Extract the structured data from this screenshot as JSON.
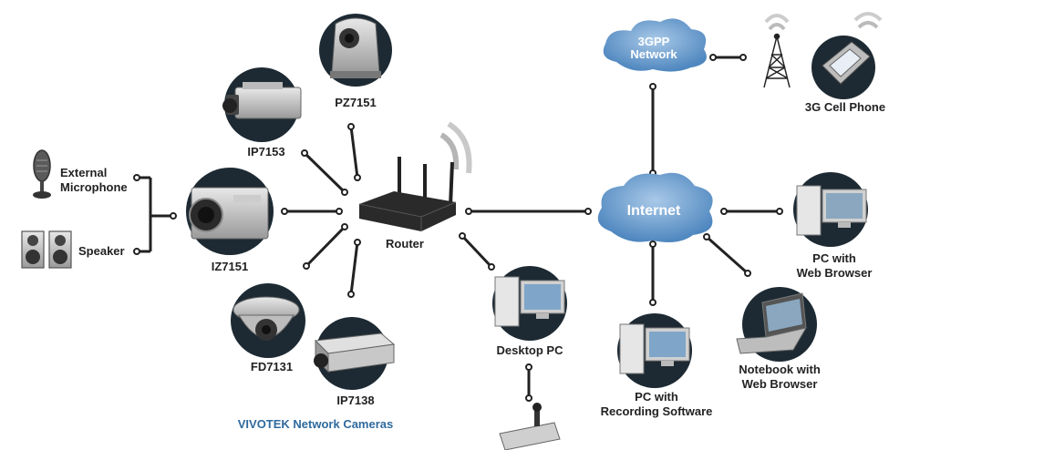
{
  "labels": {
    "pz7151": "PZ7151",
    "ip7153": "IP7153",
    "iz7151": "IZ7151",
    "fd7131": "FD7131",
    "ip7138": "IP7138",
    "external_microphone": "External\nMicrophone",
    "speaker": "Speaker",
    "router": "Router",
    "desktop_pc": "Desktop PC",
    "pc_recording": "PC with\nRecording Software",
    "notebook": "Notebook with\nWeb Browser",
    "pc_web": "PC with\nWeb Browser",
    "cell_phone": "3G Cell Phone",
    "internet": "Internet",
    "network_3gpp": "3GPP\nNetwork"
  },
  "caption": "VIVOTEK Network Cameras",
  "colors": {
    "caption": "#2f6a9e",
    "cloud": "#4f87bf",
    "cloud_light": "#8db6de",
    "device_disc": "#1d2a33",
    "line": "#222222"
  }
}
